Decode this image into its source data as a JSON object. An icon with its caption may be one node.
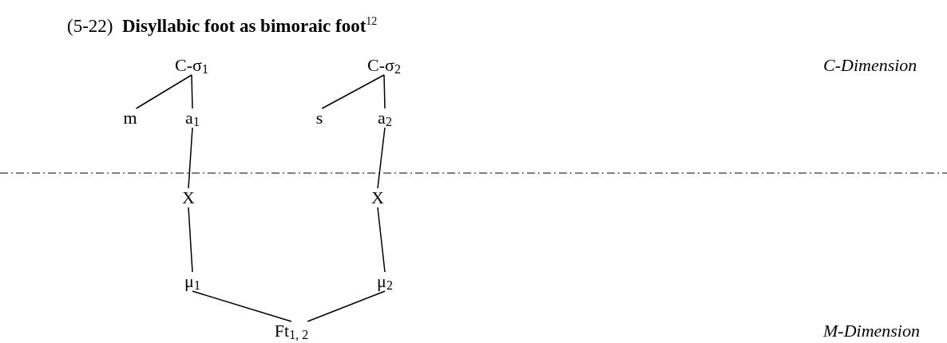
{
  "diagram": {
    "title": "(5-22)  **Disyllabic foot as bimoraic foot**$^{12}$",
    "nodes": [
      {
        "text": [
          "C-σ$_{1}$"
        ]
      },
      {
        "text": [
          "m"
        ]
      },
      {
        "text": [
          "a$_{1}$"
        ]
      },
      {
        "text": [
          "C-σ$_{2}$"
        ]
      },
      {
        "text": [
          "s"
        ]
      },
      {
        "text": [
          "a$_{2}$"
        ]
      },
      {
        "text": [
          "X"
        ]
      },
      {
        "text": [
          "X"
        ]
      },
      {
        "text": [
          "μ$_{1}$"
        ]
      },
      {
        "text": [
          "μ$_{2}$"
        ]
      },
      {
        "text": [
          "Ft$_{1, 2}$"
        ]
      }
    ],
    "edges": [
      {
        "from": 0,
        "to": 1,
        "arrow": "none"
      },
      {
        "from": 0,
        "to": 2,
        "arrow": "none"
      },
      {
        "from": 3,
        "to": 4,
        "arrow": "none"
      },
      {
        "from": 3,
        "to": 5,
        "arrow": "none"
      },
      {
        "from": 2,
        "to": 6,
        "arrow": "none"
      },
      {
        "from": 5,
        "to": 7,
        "arrow": "none"
      },
      {
        "from": 6,
        "to": 8,
        "arrow": "none"
      },
      {
        "from": 7,
        "to": 9,
        "arrow": "none"
      },
      {
        "from": 8,
        "to": 10,
        "arrow": "none"
      },
      {
        "from": 9,
        "to": 10,
        "arrow": "none"
      }
    ],
    "labels": [
      "C-Dimension",
      "M-Dimension"
    ]
  }
}
